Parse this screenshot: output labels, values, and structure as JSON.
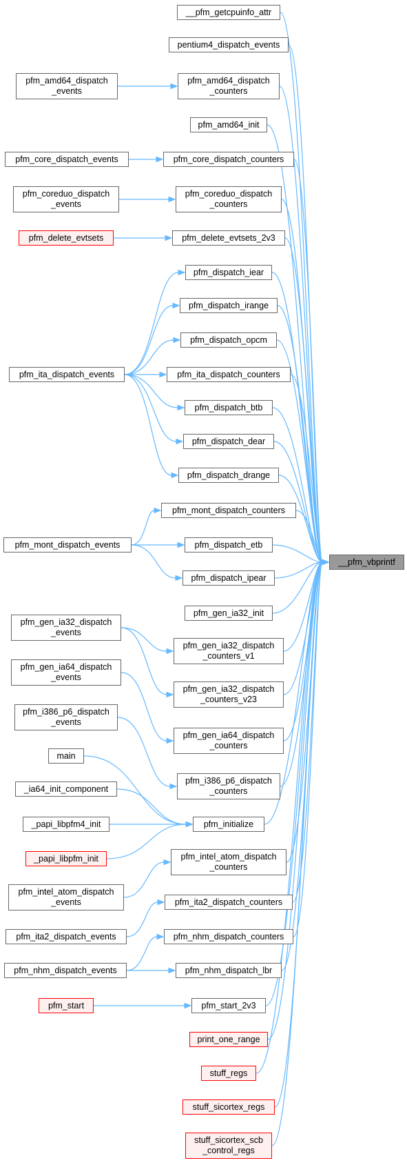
{
  "root": {
    "label": "__pfm_vbprintf",
    "fill": "#999999"
  },
  "colors": {
    "edge": "#63b8ff",
    "border": "#666666",
    "highlight_border": "#ff0000",
    "highlight_fill": "#fff0f0"
  },
  "nodes": [
    {
      "id": "n1",
      "label": "__pfm_getcpuinfo_attr",
      "style": "normal"
    },
    {
      "id": "n2",
      "label": "pentium4_dispatch_events",
      "style": "normal"
    },
    {
      "id": "n3",
      "label": "pfm_amd64_dispatch\n_counters",
      "style": "normal"
    },
    {
      "id": "n4",
      "label": "pfm_amd64_dispatch\n_events",
      "style": "normal"
    },
    {
      "id": "n5",
      "label": "pfm_amd64_init",
      "style": "normal"
    },
    {
      "id": "n6",
      "label": "pfm_core_dispatch_counters",
      "style": "normal"
    },
    {
      "id": "n7",
      "label": "pfm_core_dispatch_events",
      "style": "normal"
    },
    {
      "id": "n8",
      "label": "pfm_coreduo_dispatch\n_counters",
      "style": "normal"
    },
    {
      "id": "n9",
      "label": "pfm_coreduo_dispatch\n_events",
      "style": "normal"
    },
    {
      "id": "n10",
      "label": "pfm_delete_evtsets_2v3",
      "style": "normal"
    },
    {
      "id": "n11",
      "label": "pfm_delete_evtsets",
      "style": "red"
    },
    {
      "id": "n12",
      "label": "pfm_dispatch_iear",
      "style": "normal"
    },
    {
      "id": "n13",
      "label": "pfm_ita_dispatch_events",
      "style": "normal"
    },
    {
      "id": "n14",
      "label": "pfm_dispatch_irange",
      "style": "normal"
    },
    {
      "id": "n15",
      "label": "pfm_dispatch_opcm",
      "style": "normal"
    },
    {
      "id": "n16",
      "label": "pfm_ita_dispatch_counters",
      "style": "normal"
    },
    {
      "id": "n17",
      "label": "pfm_dispatch_btb",
      "style": "normal"
    },
    {
      "id": "n18",
      "label": "pfm_dispatch_dear",
      "style": "normal"
    },
    {
      "id": "n19",
      "label": "pfm_dispatch_drange",
      "style": "normal"
    },
    {
      "id": "n20",
      "label": "pfm_mont_dispatch_counters",
      "style": "normal"
    },
    {
      "id": "n21",
      "label": "pfm_mont_dispatch_events",
      "style": "normal"
    },
    {
      "id": "n22",
      "label": "pfm_dispatch_etb",
      "style": "normal"
    },
    {
      "id": "n23",
      "label": "pfm_dispatch_ipear",
      "style": "normal"
    },
    {
      "id": "n24",
      "label": "pfm_gen_ia32_init",
      "style": "normal"
    },
    {
      "id": "n25",
      "label": "pfm_gen_ia32_dispatch\n_counters_v1",
      "style": "normal"
    },
    {
      "id": "n26",
      "label": "pfm_gen_ia32_dispatch\n_events",
      "style": "normal"
    },
    {
      "id": "n27",
      "label": "pfm_gen_ia32_dispatch\n_counters_v23",
      "style": "normal"
    },
    {
      "id": "n28",
      "label": "pfm_gen_ia64_dispatch\n_events",
      "style": "normal"
    },
    {
      "id": "n29",
      "label": "pfm_gen_ia64_dispatch\n_counters",
      "style": "normal"
    },
    {
      "id": "n30",
      "label": "pfm_i386_p6_dispatch\n_events",
      "style": "normal"
    },
    {
      "id": "n31",
      "label": "pfm_i386_p6_dispatch\n_counters",
      "style": "normal"
    },
    {
      "id": "n32",
      "label": "main",
      "style": "normal"
    },
    {
      "id": "n33",
      "label": "pfm_initialize",
      "style": "normal"
    },
    {
      "id": "n34",
      "label": "_ia64_init_component",
      "style": "normal"
    },
    {
      "id": "n35",
      "label": "_papi_libpfm4_init",
      "style": "normal"
    },
    {
      "id": "n36",
      "label": "_papi_libpfm_init",
      "style": "red"
    },
    {
      "id": "n37",
      "label": "pfm_intel_atom_dispatch\n_counters",
      "style": "normal"
    },
    {
      "id": "n38",
      "label": "pfm_intel_atom_dispatch\n_events",
      "style": "normal"
    },
    {
      "id": "n39",
      "label": "pfm_ita2_dispatch_counters",
      "style": "normal"
    },
    {
      "id": "n40",
      "label": "pfm_ita2_dispatch_events",
      "style": "normal"
    },
    {
      "id": "n41",
      "label": "pfm_nhm_dispatch_counters",
      "style": "normal"
    },
    {
      "id": "n42",
      "label": "pfm_nhm_dispatch_events",
      "style": "normal"
    },
    {
      "id": "n43",
      "label": "pfm_nhm_dispatch_lbr",
      "style": "normal"
    },
    {
      "id": "n44",
      "label": "pfm_start_2v3",
      "style": "normal"
    },
    {
      "id": "n45",
      "label": "pfm_start",
      "style": "red"
    },
    {
      "id": "n46",
      "label": "print_one_range",
      "style": "red"
    },
    {
      "id": "n47",
      "label": "stuff_regs",
      "style": "red"
    },
    {
      "id": "n48",
      "label": "stuff_sicortex_regs",
      "style": "red"
    },
    {
      "id": "n49",
      "label": "stuff_sicortex_scb\n_control_regs",
      "style": "red"
    }
  ],
  "edges": [
    [
      "n1",
      "root"
    ],
    [
      "n2",
      "root"
    ],
    [
      "n3",
      "root"
    ],
    [
      "n5",
      "root"
    ],
    [
      "n6",
      "root"
    ],
    [
      "n8",
      "root"
    ],
    [
      "n10",
      "root"
    ],
    [
      "n12",
      "root"
    ],
    [
      "n14",
      "root"
    ],
    [
      "n15",
      "root"
    ],
    [
      "n16",
      "root"
    ],
    [
      "n17",
      "root"
    ],
    [
      "n18",
      "root"
    ],
    [
      "n19",
      "root"
    ],
    [
      "n20",
      "root"
    ],
    [
      "n22",
      "root"
    ],
    [
      "n23",
      "root"
    ],
    [
      "n24",
      "root"
    ],
    [
      "n25",
      "root"
    ],
    [
      "n27",
      "root"
    ],
    [
      "n29",
      "root"
    ],
    [
      "n31",
      "root"
    ],
    [
      "n33",
      "root"
    ],
    [
      "n37",
      "root"
    ],
    [
      "n39",
      "root"
    ],
    [
      "n41",
      "root"
    ],
    [
      "n43",
      "root"
    ],
    [
      "n44",
      "root"
    ],
    [
      "n46",
      "root"
    ],
    [
      "n47",
      "root"
    ],
    [
      "n48",
      "root"
    ],
    [
      "n49",
      "root"
    ],
    [
      "n4",
      "n3"
    ],
    [
      "n7",
      "n6"
    ],
    [
      "n9",
      "n8"
    ],
    [
      "n11",
      "n10"
    ],
    [
      "n13",
      "n12"
    ],
    [
      "n13",
      "n14"
    ],
    [
      "n13",
      "n15"
    ],
    [
      "n13",
      "n16"
    ],
    [
      "n13",
      "n17"
    ],
    [
      "n13",
      "n18"
    ],
    [
      "n13",
      "n19"
    ],
    [
      "n21",
      "n20"
    ],
    [
      "n21",
      "n22"
    ],
    [
      "n21",
      "n23"
    ],
    [
      "n26",
      "n25"
    ],
    [
      "n26",
      "n27"
    ],
    [
      "n28",
      "n29"
    ],
    [
      "n30",
      "n31"
    ],
    [
      "n32",
      "n33"
    ],
    [
      "n34",
      "n33"
    ],
    [
      "n35",
      "n33"
    ],
    [
      "n36",
      "n33"
    ],
    [
      "n38",
      "n37"
    ],
    [
      "n40",
      "n39"
    ],
    [
      "n42",
      "n41"
    ],
    [
      "n42",
      "n43"
    ],
    [
      "n45",
      "n44"
    ]
  ]
}
